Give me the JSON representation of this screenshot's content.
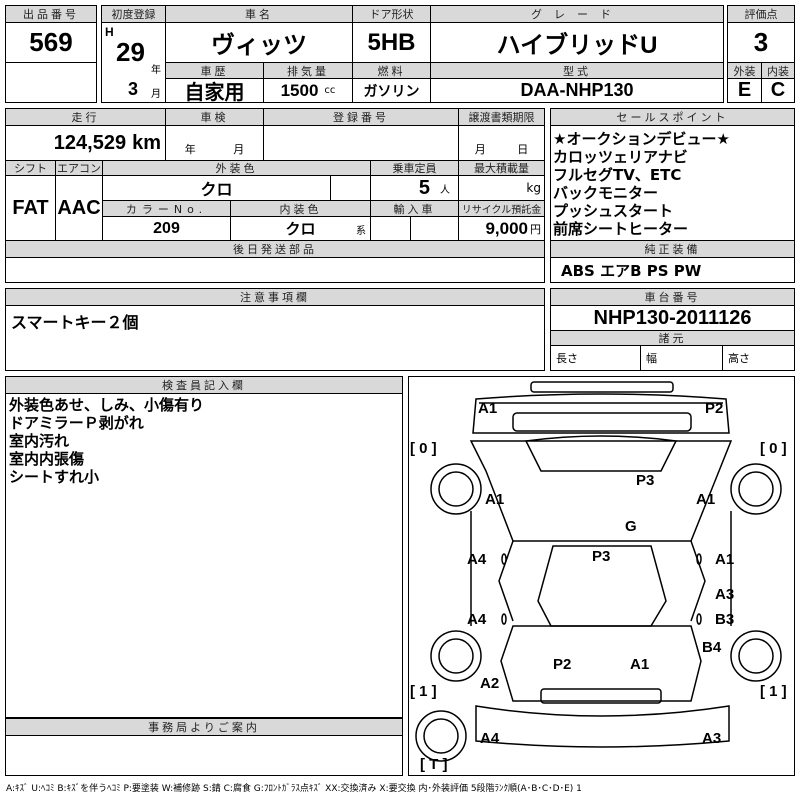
{
  "header": {
    "lot_no_label": "出品番号",
    "lot_no": "569",
    "first_reg_label": "初度登録",
    "era": "H",
    "year": "29",
    "year_unit": "年",
    "month": "3",
    "month_unit": "月",
    "car_name_label": "車名",
    "car_name": "ヴィッツ",
    "door_label": "ドア形状",
    "door": "5HB",
    "grade_label": "グレード",
    "grade": "ハイブリッドU",
    "score_label": "評価点",
    "score": "3",
    "history_label": "車歴",
    "history": "自家用",
    "displacement_label": "排気量",
    "displacement": "1500",
    "displacement_unit": "cc",
    "fuel_label": "燃料",
    "fuel": "ガソリン",
    "model_label": "型式",
    "model": "DAA-NHP130",
    "exterior_label": "外装",
    "exterior": "E",
    "interior_label": "内装",
    "interior": "C"
  },
  "details": {
    "mileage_label": "走行",
    "mileage": "124,529",
    "mileage_unit": "km",
    "inspection_label": "車検",
    "insp_year": "年",
    "insp_month": "月",
    "reg_no_label": "登録番号",
    "transfer_label": "譲渡書類期限",
    "tr_month": "月",
    "tr_day": "日",
    "shift_label": "シフト",
    "shift": "FAT",
    "ac_label": "エアコン",
    "ac": "AAC",
    "ext_color_label": "外装色",
    "ext_color": "クロ",
    "capacity_label": "乗車定員",
    "capacity": "5",
    "capacity_unit": "人",
    "max_load_label": "最大積載量",
    "max_load_unit": "kg",
    "color_no_label": "カラーNo.",
    "color_no": "209",
    "int_color_label": "内装色",
    "int_color": "クロ",
    "int_color_unit": "系",
    "import_label": "輸入車",
    "recycle_label": "リサイクル預託金",
    "recycle": "9,000",
    "recycle_unit": "円",
    "later_parts_label": "後日発送部品"
  },
  "sales_points": {
    "label": "セールスポイント",
    "items": [
      "★オークションデビュー★",
      "カロッツェリアナビ",
      "フルセグTV、ETC",
      "バックモニター",
      "プッシュスタート",
      "前席シートヒーター"
    ]
  },
  "equipment": {
    "label": "純正装備",
    "value": "ABS エアB PS PW"
  },
  "notes": {
    "label": "注意事項欄",
    "value": "スマートキー２個"
  },
  "chassis": {
    "label": "車台番号",
    "value": "NHP130-2011126",
    "spec_label": "諸元",
    "length": "長さ",
    "width": "幅",
    "height": "高さ"
  },
  "inspector": {
    "label": "検査員記入欄",
    "lines": [
      "外装色あせ、しみ、小傷有り",
      "ドアミラーＰ剥がれ",
      "室内汚れ",
      "室内内張傷",
      "シートすれ小"
    ]
  },
  "office": {
    "label": "事務局よりご案内"
  },
  "diagram": {
    "tires": {
      "fl": "[ 0 ]",
      "fr": "[ 0 ]",
      "rl": "[ 1 ]",
      "rr": "[ 1 ]",
      "spare": "[ T ]"
    },
    "marks": [
      "A1",
      "P2",
      "A1",
      "P3",
      "A1",
      "G",
      "A4",
      "P3",
      "A1",
      "A3",
      "A4",
      "B3",
      "B4",
      "P2",
      "A1",
      "A2",
      "A4",
      "A3"
    ]
  },
  "legend": "A:ｷｽﾞ U:ﾍｺﾐ B:ｷｽﾞを伴うﾍｺﾐ P:要塗装 W:補修跡 S:錆 C:腐食 G:ﾌﾛﾝﾄｶﾞﾗｽ点ｷｽﾞ XX:交換済み X:要交換  内･外装評価  5段階ﾗﾝｸ順(A･B･C･D･E) 1"
}
